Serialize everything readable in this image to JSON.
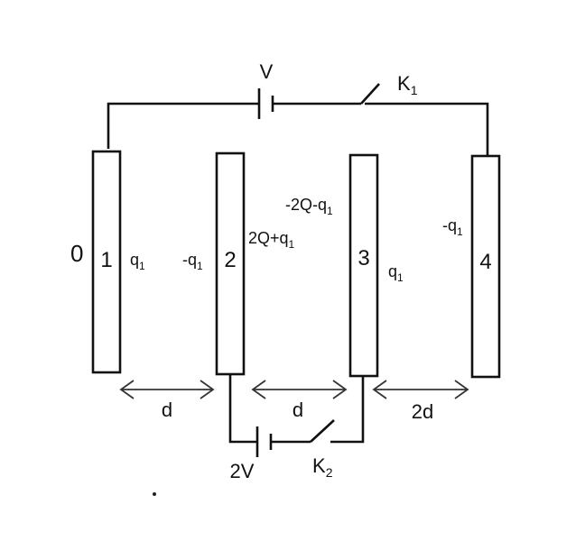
{
  "battery_top": {
    "label": "V"
  },
  "switch_top": {
    "label_main": "K",
    "label_sub": "1"
  },
  "battery_bottom": {
    "label": "2V"
  },
  "switch_bottom": {
    "label_main": "K",
    "label_sub": "2"
  },
  "zero_label": "0",
  "plates": [
    {
      "number": "1"
    },
    {
      "number": "2"
    },
    {
      "number": "3"
    },
    {
      "number": "4"
    }
  ],
  "charges": {
    "plate1_right": {
      "main": "q",
      "sub": "1"
    },
    "plate2_left": {
      "main": "-q",
      "sub": "1"
    },
    "plate2_right": {
      "main": "2Q+q",
      "sub": "1"
    },
    "plate3_left": {
      "main": "-2Q-q",
      "sub": "1"
    },
    "plate3_right": {
      "main": "q",
      "sub": "1"
    },
    "plate4_left": {
      "main": "-q",
      "sub": "1"
    }
  },
  "gaps": [
    {
      "label": "d"
    },
    {
      "label": "d"
    },
    {
      "label": "2d"
    }
  ]
}
